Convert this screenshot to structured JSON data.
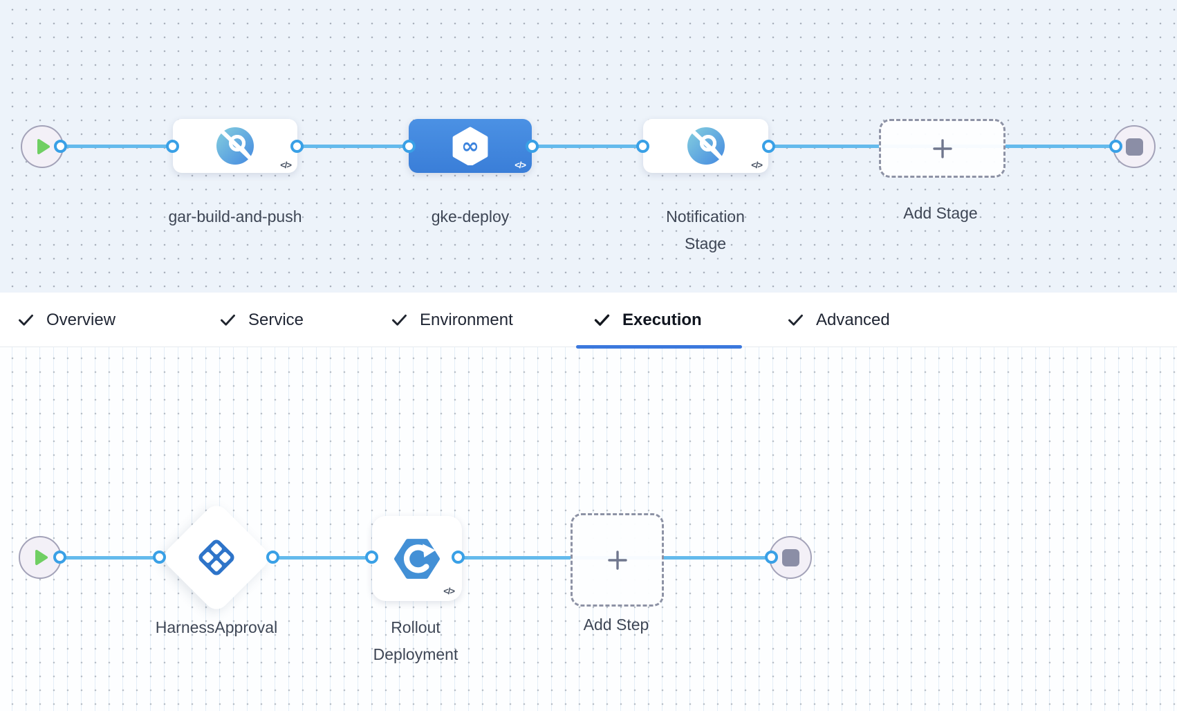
{
  "ui": {
    "code_badge": "</>"
  },
  "stage_canvas": {
    "stages": [
      {
        "name": "gar-build-and-push",
        "label": "gar-build-and-push",
        "icon": "build-search-circle-icon",
        "selected": false
      },
      {
        "name": "gke-deploy",
        "label": "gke-deploy",
        "icon": "deploy-hexagon-infinity-icon",
        "selected": true
      },
      {
        "name": "Notification Stage",
        "label": "Notification Stage",
        "icon": "custom-stage-search-circle-icon",
        "selected": false
      }
    ],
    "add_stage_label": "Add Stage"
  },
  "tabs": [
    {
      "label": "Overview",
      "checked": true,
      "active": false
    },
    {
      "label": "Service",
      "checked": true,
      "active": false
    },
    {
      "label": "Environment",
      "checked": true,
      "active": false
    },
    {
      "label": "Execution",
      "checked": true,
      "active": true
    },
    {
      "label": "Advanced",
      "checked": true,
      "active": false
    }
  ],
  "execution_canvas": {
    "steps": [
      {
        "name": "HarnessApproval",
        "label": "HarnessApproval",
        "icon": "approval-checker-diamond-icon",
        "shape": "diamond"
      },
      {
        "name": "Rollout Deployment",
        "label": "Rollout Deployment",
        "icon": "k8s-rollout-hexagon-icon",
        "shape": "card"
      }
    ],
    "add_step_label": "Add Step"
  },
  "colors": {
    "selected_stage_blue": "#3f85dd",
    "connector_line_blue": "#64baec",
    "connector_port_blue": "#39a0e6",
    "tab_underline_blue": "#3b78dd",
    "canvas_top_bg": "#edf3fa",
    "play_green": "#70cf63",
    "stop_gray": "#8b8ea6",
    "approval_blue": "#2e74c9",
    "rollout_blue": "#4390d6"
  }
}
